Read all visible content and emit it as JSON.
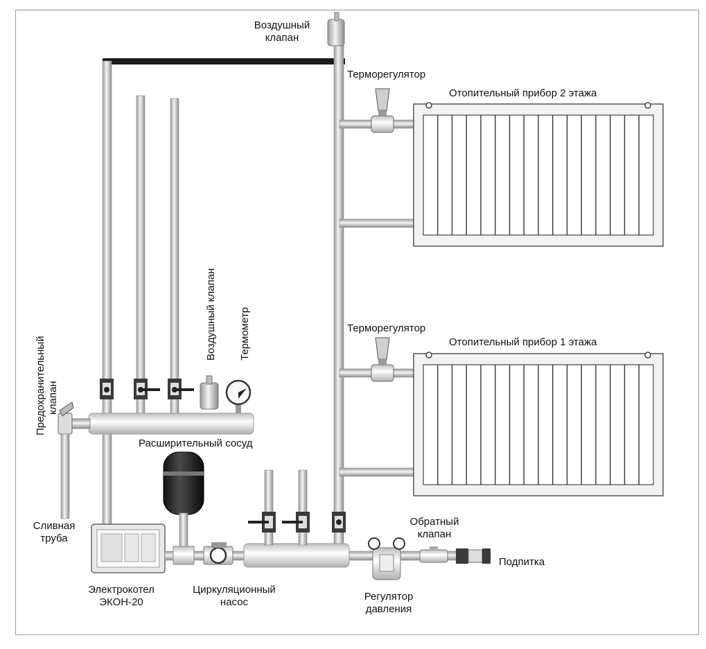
{
  "labels": {
    "air_valve_top": [
      "Воздушный",
      "клапан"
    ],
    "thermoregulator_2": "Терморегулятор",
    "radiator_2": "Отопительный прибор 2 этажа",
    "thermoregulator_1": "Терморегулятор",
    "radiator_1": "Отопительный прибор 1 этажа",
    "safety_valve": [
      "Предохранительный",
      "клапан"
    ],
    "air_valve_manifold": "Воздушный клапан",
    "thermometer": "Термометр",
    "expansion_vessel": "Расширительный сосуд",
    "drain_pipe": [
      "Сливная",
      "труба"
    ],
    "boiler": [
      "Электрокотел",
      "ЭКОН-20"
    ],
    "pump": [
      "Циркуляционный",
      "насос"
    ],
    "pressure_regulator": [
      "Регулятор",
      "давления"
    ],
    "check_valve": [
      "Обратный",
      "клапан"
    ],
    "makeup": "Подпитка"
  },
  "colors": {
    "pipe": "#cfcfcf",
    "pipe_edge": "#8a8a8a",
    "top_main": "#1a1a1a",
    "vessel": "#222222",
    "radiator_fill": "#f2f2f2"
  }
}
